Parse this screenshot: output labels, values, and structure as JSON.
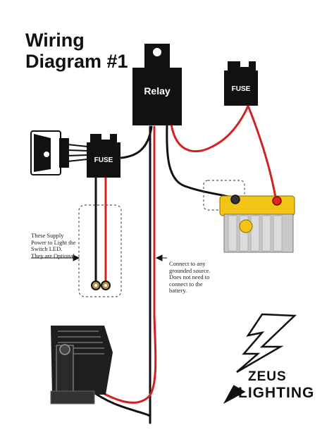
{
  "title": {
    "line1": "Wiring",
    "line2": "Diagram #1"
  },
  "relay": {
    "label": "Relay"
  },
  "fuses": {
    "main_label": "FUSE",
    "switch_label": "FUSE"
  },
  "notes": {
    "supply": [
      "These Supply",
      "Power to Light the",
      "Switch LED.",
      "They are Optional"
    ],
    "ground": [
      "Connect to any",
      "grounded source.",
      "Does not need to",
      "connect to the",
      "battery."
    ]
  },
  "brand": {
    "line1": "ZEUS",
    "line2": "LIGHTING"
  },
  "colors": {
    "positive_wire": "#d42020",
    "negative_wire": "#111111",
    "battery_yellow": "#f2c418",
    "battery_gray": "#c8c8c8",
    "battery_terminal_red": "#e0261e"
  }
}
